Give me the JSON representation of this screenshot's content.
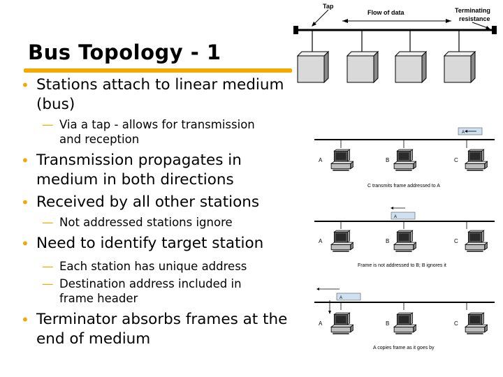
{
  "slide": {
    "title": "Bus Topology - 1",
    "bullets": [
      {
        "text": "Stations attach to linear medium (bus)",
        "sub": [
          "Via a tap - allows for transmission and reception"
        ]
      },
      {
        "text": "Transmission propagates in medium in both directions",
        "sub": []
      },
      {
        "text": "Received by all other stations",
        "sub": [
          "Not addressed stations ignore"
        ]
      },
      {
        "text": "Need to identify target station",
        "sub": [
          "Each station has unique address",
          "Destination address included in frame header"
        ]
      },
      {
        "text": "Terminator absorbs frames at the end of medium",
        "sub": []
      }
    ]
  },
  "top_diagram": {
    "tap_label": "Tap",
    "flow_label": "Flow of data",
    "terminating_label_1": "Terminating",
    "terminating_label_2": "resistance"
  },
  "frame_diagrams": [
    {
      "station_a": "A",
      "station_b": "B",
      "station_c": "C",
      "frame_label": "A",
      "caption": "C transmits frame addressed to A"
    },
    {
      "station_a": "A",
      "station_b": "B",
      "station_c": "C",
      "frame_label": "A",
      "caption": "Frame is not addressed to B; B ignores it"
    },
    {
      "station_a": "A",
      "station_b": "B",
      "station_c": "C",
      "frame_label": "A",
      "caption": "A copies frame as it goes by"
    }
  ],
  "colors": {
    "accent": "#f2a900",
    "frame_fill": "#cfe0f0"
  }
}
